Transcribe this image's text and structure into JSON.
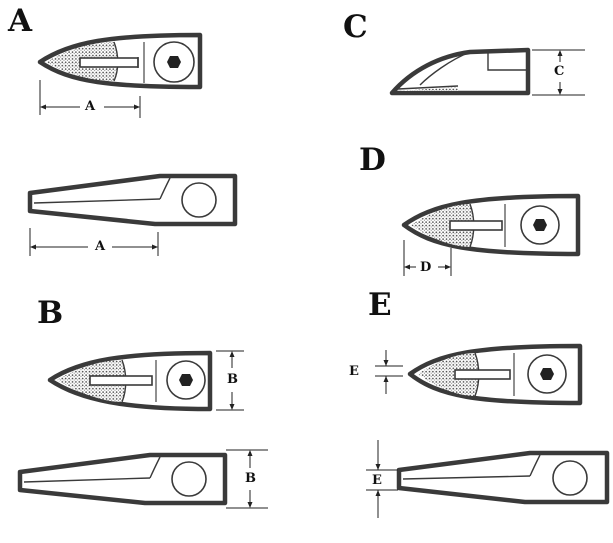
{
  "figure": {
    "sections": [
      "A",
      "B",
      "C",
      "D",
      "E"
    ],
    "dimension_labels": {
      "a_top": "A",
      "a_bottom": "A",
      "b_top": "B",
      "b_bottom": "B",
      "c": "C",
      "d": "D",
      "e_top": "E",
      "e_bottom": "E"
    }
  },
  "colors": {
    "outline": "#3a3a3a",
    "ink": "#222222",
    "background": "#ffffff"
  }
}
